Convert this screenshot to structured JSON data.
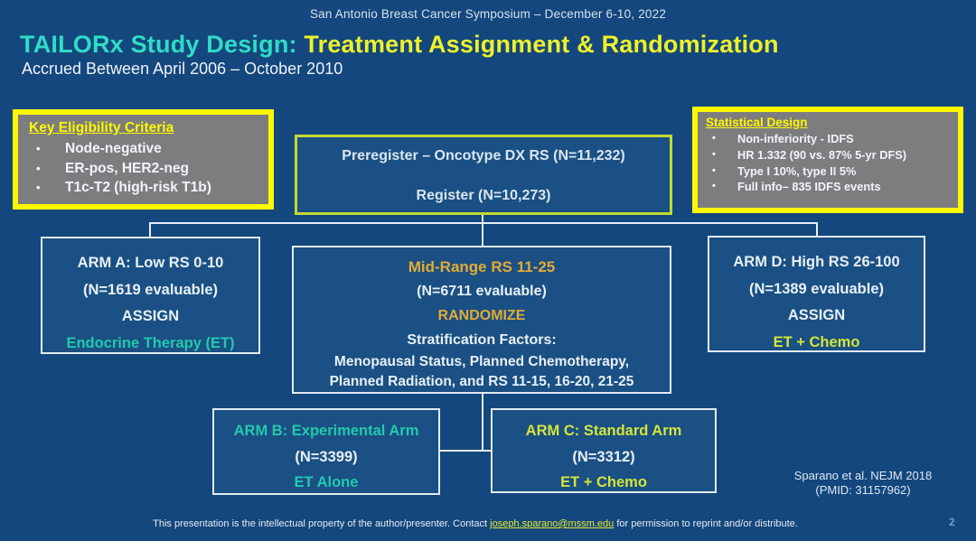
{
  "slide": {
    "conference_header": "San Antonio Breast Cancer Symposium – December 6-10, 2022",
    "title_highlight": "TAILORx Study Design: ",
    "title_rest": "Treatment Assignment & Randomization",
    "subtitle": "Accrued Between April 2006 – October 2010",
    "page_number": "2"
  },
  "colors": {
    "background": "#14477d",
    "title_teal": "#2fdcc6",
    "title_yellow": "#eef12c",
    "criteria_border_yellow": "#fdf800",
    "criteria_gray_bg": "#7d7d7f",
    "register_border_lime": "#c3d832",
    "teal_text": "#23c9ad",
    "gold_text": "#e2ab36",
    "lime_text": "#d3e53c",
    "email_yellow": "#e8e92f"
  },
  "eligibility_box": {
    "title": "Key Eligibility Criteria",
    "items": [
      "Node-negative",
      "ER-pos, HER2-neg",
      "T1c-T2 (high-risk T1b)"
    ]
  },
  "statistical_box": {
    "title": "Statistical Design",
    "items": [
      "Non-inferiority - IDFS",
      "HR 1.332 (90 vs. 87% 5-yr DFS)",
      "Type I 10%, type II 5%",
      "Full info– 835 IDFS events"
    ]
  },
  "register_box": {
    "line1": "Preregister – Oncotype DX RS (N=11,232)",
    "line2": "Register (N=10,273)"
  },
  "arm_a": {
    "line1": "ARM A: Low RS 0-10",
    "line2": "(N=1619 evaluable)",
    "line3": "ASSIGN",
    "line4": "Endocrine Therapy (ET)"
  },
  "mid_box": {
    "line1": "Mid-Range RS 11-25",
    "line2": "(N=6711 evaluable)",
    "line3": "RANDOMIZE",
    "line4": "Stratification Factors:",
    "line5": "Menopausal Status, Planned Chemotherapy,",
    "line6": "Planned Radiation, and RS 11-15, 16-20, 21-25"
  },
  "arm_d": {
    "line1": "ARM D: High RS 26-100",
    "line2": "(N=1389 evaluable)",
    "line3": "ASSIGN",
    "line4": "ET + Chemo"
  },
  "arm_b": {
    "line1": "ARM B: Experimental Arm",
    "line2": "(N=3399)",
    "line3": "ET Alone"
  },
  "arm_c": {
    "line1": "ARM C: Standard Arm",
    "line2": "(N=3312)",
    "line3": "ET + Chemo"
  },
  "citation": {
    "line1": "Sparano et al. NEJM 2018",
    "line2": "(PMID: 31157962)"
  },
  "footer": {
    "prefix": "This presentation is the intellectual property of the author/presenter. Contact ",
    "email": "joseph.sparano@mssm.edu",
    "suffix": " for permission to reprint and/or distribute."
  }
}
